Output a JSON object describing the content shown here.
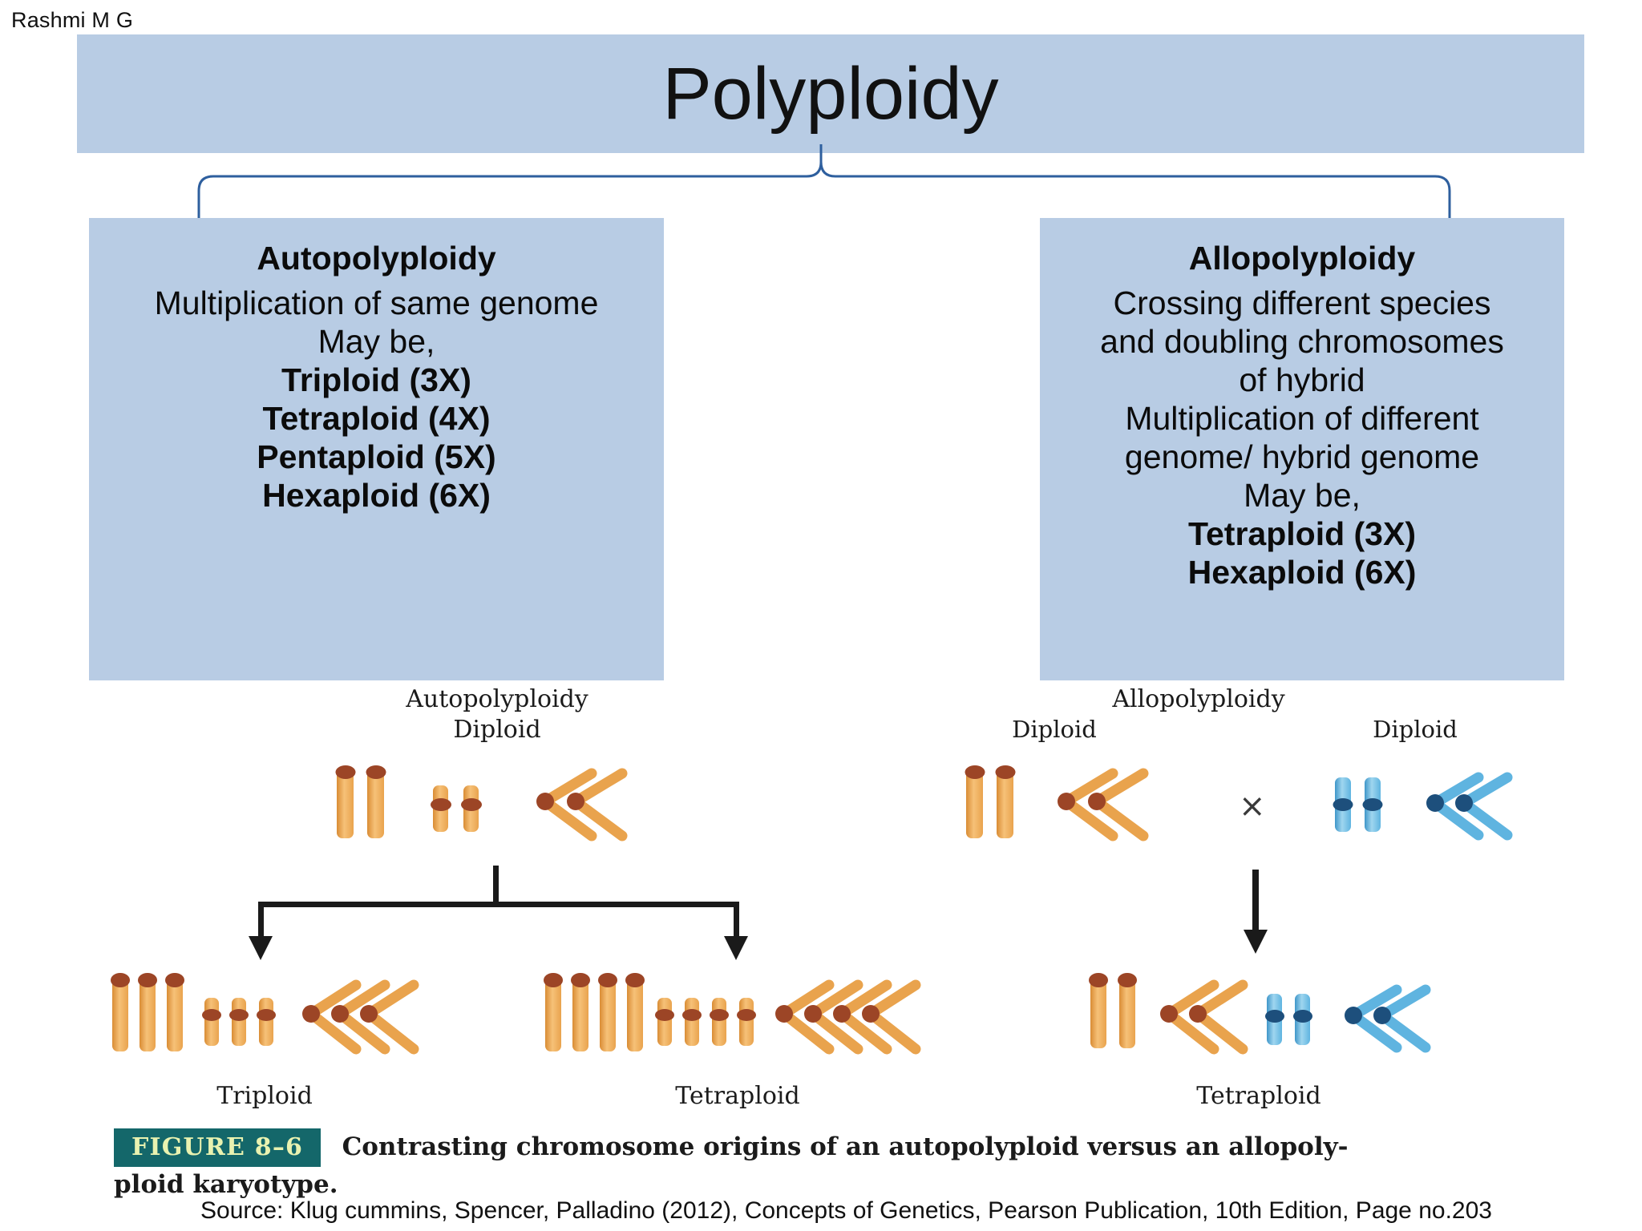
{
  "author": "Rashmi M G",
  "title": "Polyploidy",
  "colors": {
    "box_fill": "#b8cce4",
    "connector": "#2e5f9e",
    "chromosome_orange": "#eda94b",
    "chromosome_orange_centromere": "#a0442a",
    "chromosome_blue": "#5fb4e0",
    "chromosome_blue_centromere": "#1d4f7c",
    "figure_badge_bg": "#14676a",
    "figure_badge_text": "#e9f2b0"
  },
  "left_box": {
    "heading": "Autopolyploidy",
    "lines": [
      {
        "text": "Multiplication of same genome",
        "bold": false
      },
      {
        "text": "May be,",
        "bold": false
      },
      {
        "text": "Triploid (3X)",
        "bold": true
      },
      {
        "text": "Tetraploid (4X)",
        "bold": true
      },
      {
        "text": "Pentaploid (5X)",
        "bold": true
      },
      {
        "text": "Hexaploid (6X)",
        "bold": true
      }
    ]
  },
  "right_box": {
    "heading": "Allopolyploidy",
    "lines": [
      {
        "text": "Crossing different species",
        "bold": false
      },
      {
        "text": "and doubling chromosomes",
        "bold": false
      },
      {
        "text": "of hybrid",
        "bold": false
      },
      {
        "text": "Multiplication of different",
        "bold": false
      },
      {
        "text": "genome/ hybrid genome",
        "bold": false
      },
      {
        "text": "May be,",
        "bold": false
      },
      {
        "text": "Tetraploid (3X)",
        "bold": true
      },
      {
        "text": "Hexaploid (6X)",
        "bold": true
      }
    ]
  },
  "figure": {
    "auto_title": "Autopolyploidy",
    "auto_diploid": "Diploid",
    "allo_title": "Allopolyploidy",
    "allo_diploid_left": "Diploid",
    "allo_diploid_right": "Diploid",
    "cross_symbol": "×",
    "result_triploid": "Triploid",
    "result_tetraploid": "Tetraploid",
    "result_allo_tetraploid": "Tetraploid",
    "badge": "FIGURE 8–6",
    "caption_line1": "Contrasting chromosome origins of an autopolyploid versus an allopoly-",
    "caption_line2": "ploid karyotype."
  },
  "source": "Source:  Klug cummins, Spencer, Palladino (2012), Concepts of Genetics, Pearson Publication, 10th Edition, Page no.203"
}
